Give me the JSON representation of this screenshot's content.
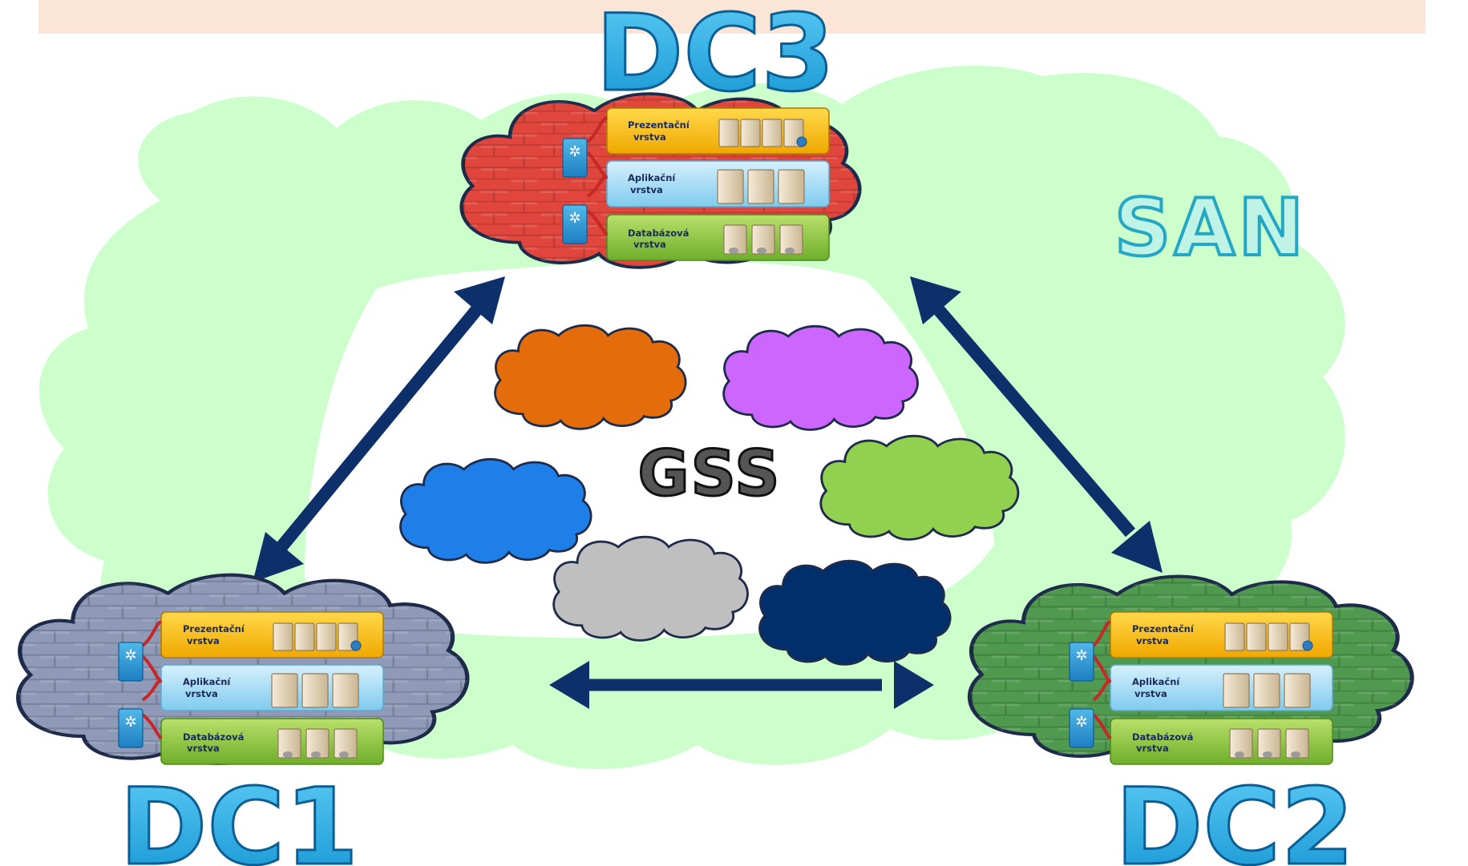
{
  "labels": {
    "dc3": "DC3",
    "dc1": "DC1",
    "dc2": "DC2",
    "san": "SAN",
    "gss": "GSS"
  },
  "tiers": {
    "presentation": [
      "Prezentační",
      "vrstva"
    ],
    "application": [
      "Aplikační",
      "vrstva"
    ],
    "database": [
      "Databázová",
      "vrstva"
    ]
  },
  "colors": {
    "top_banner": "#FBE5D6",
    "san_cloud": "#CCFFCC",
    "dc3_cloud": "#E0463C",
    "dc1_cloud": "#8E9AB8",
    "dc2_cloud": "#4F9A4F",
    "arrow": "#0D2F6A",
    "dc_label": "#1DA6E0",
    "gss_clouds": [
      "#E46C0A",
      "#CC66FF",
      "#1E7FE8",
      "#92D050",
      "#BFBFBF",
      "#002F6C"
    ],
    "tier_presentation": "#F7BE1B",
    "tier_application": "#9BD8F4",
    "tier_database": "#8CC63F"
  }
}
